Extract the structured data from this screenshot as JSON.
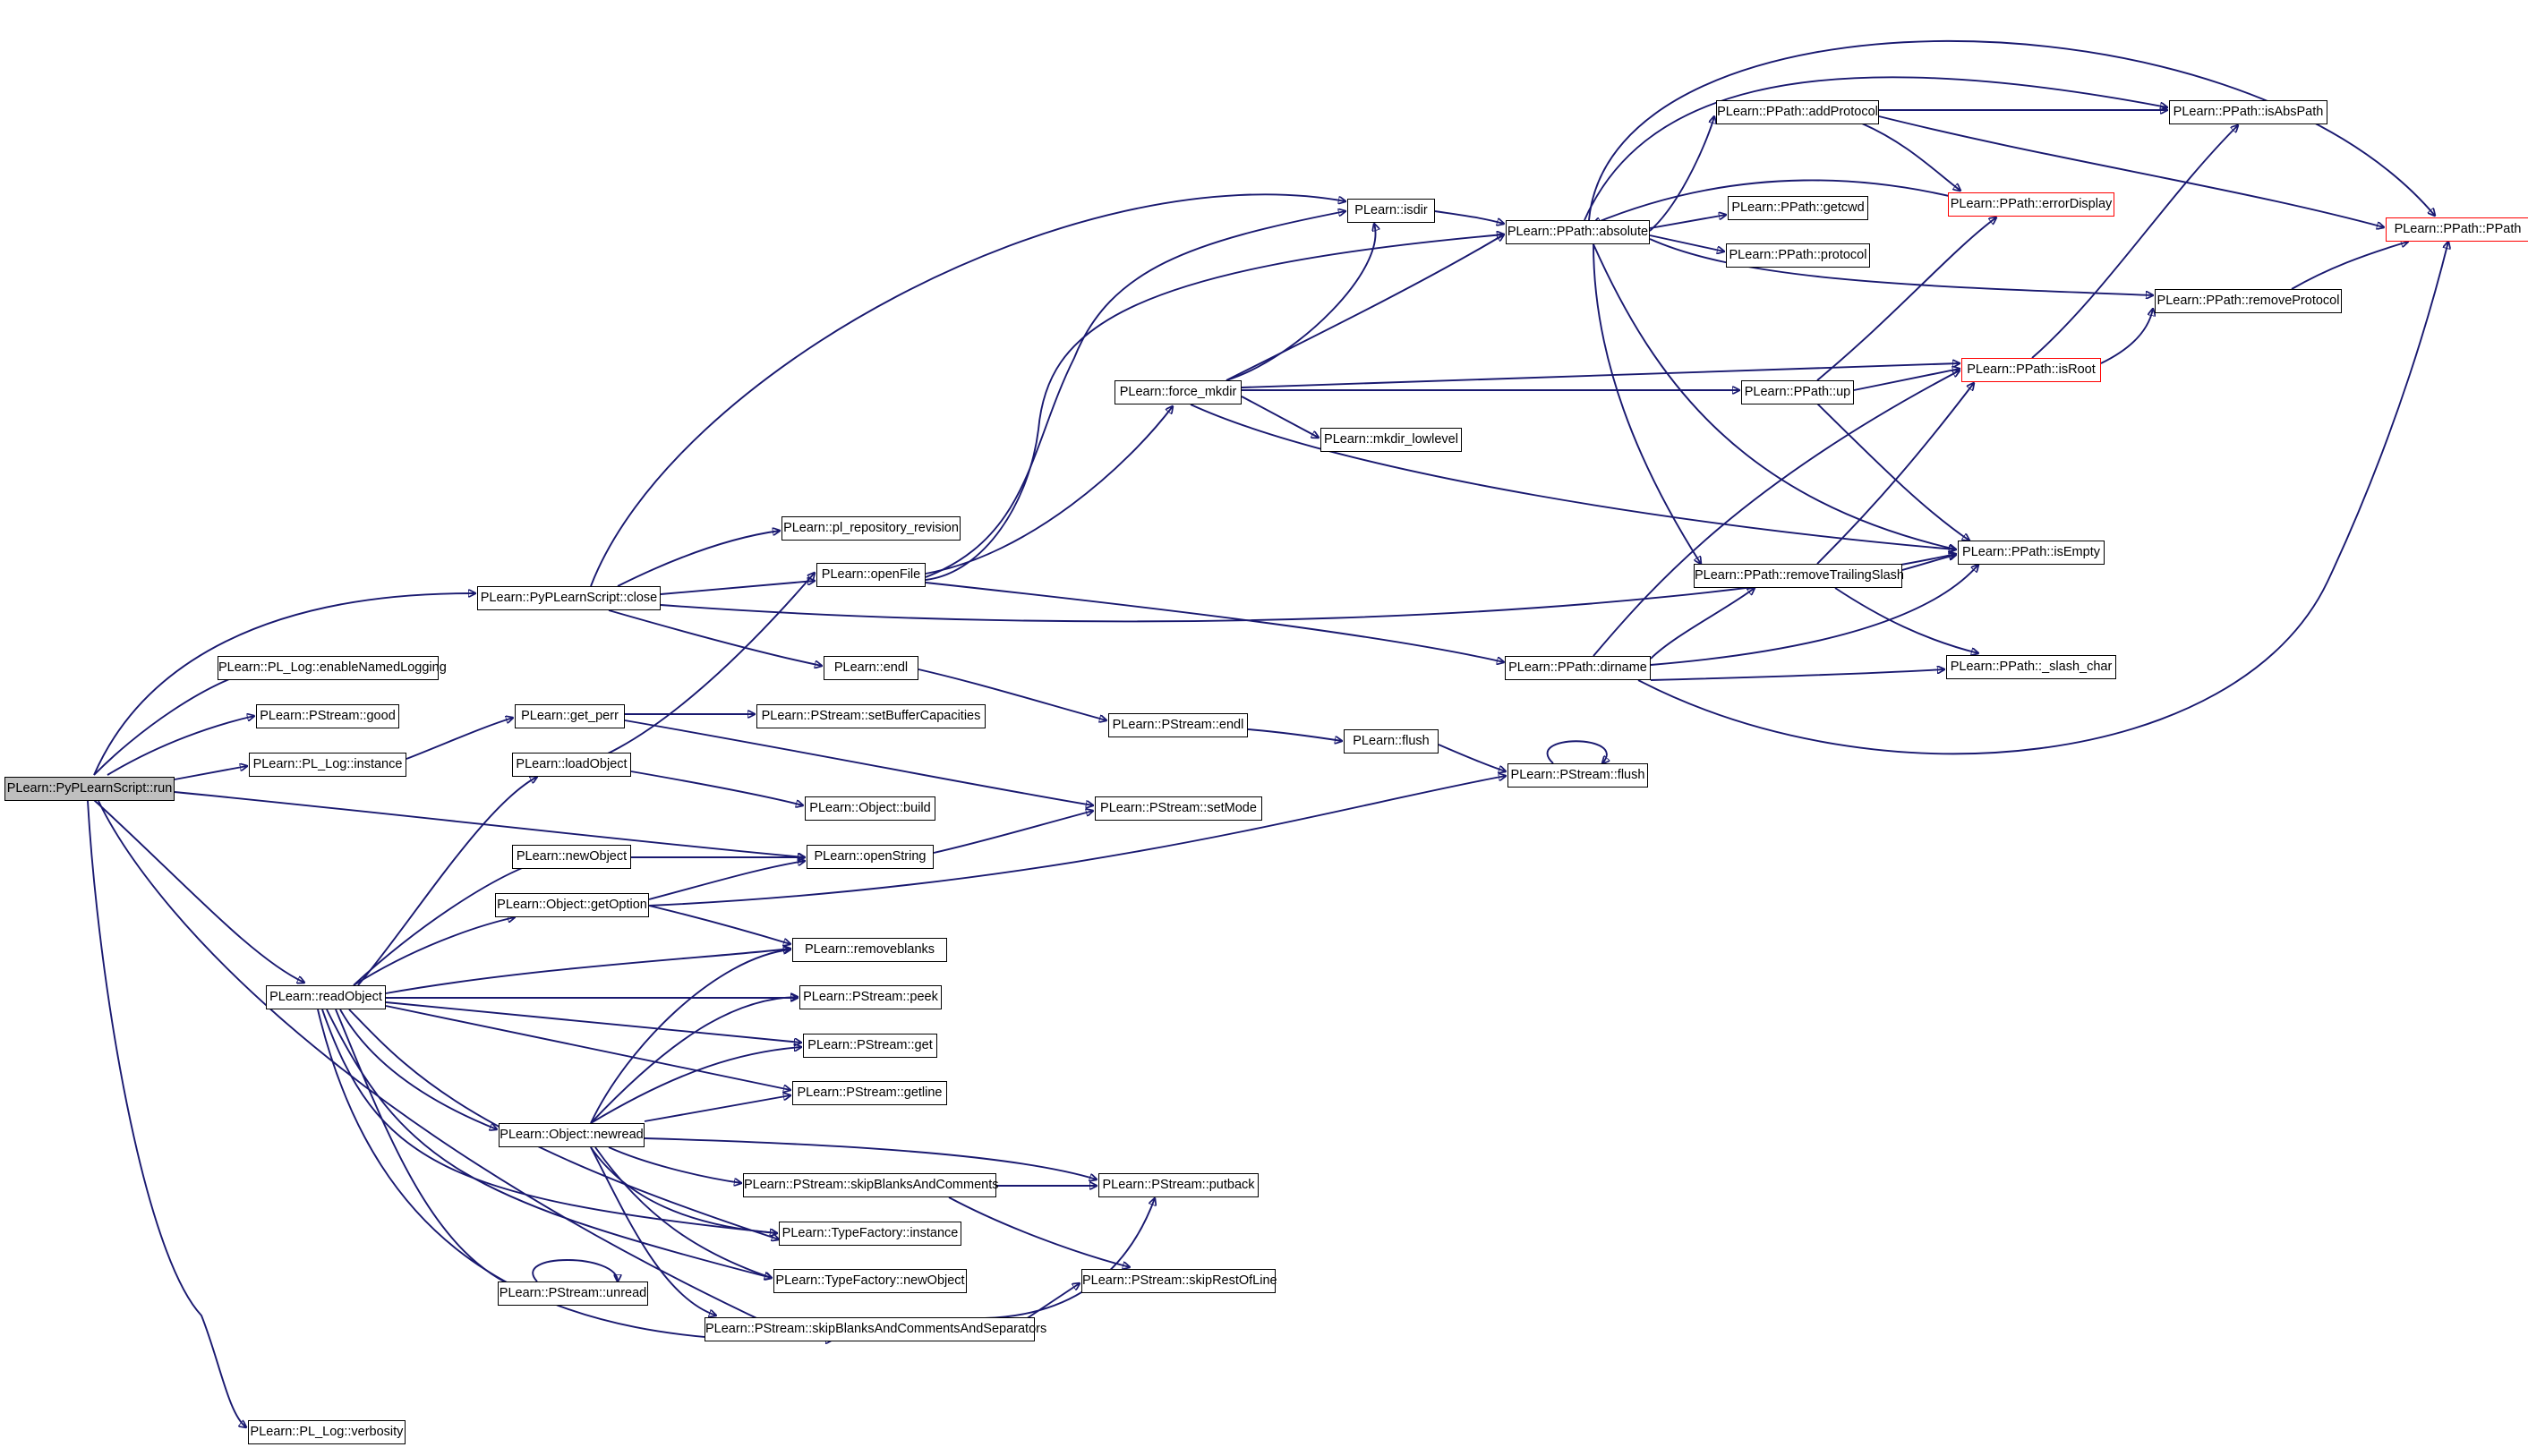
{
  "graph": {
    "colors": {
      "edge": "#191970",
      "node_border": "#000000",
      "truncated_border": "#ff0000",
      "root_fill": "#bfbfbf",
      "background": "#ffffff"
    },
    "nodes": {
      "run": "PLearn::PyPLearnScript::run",
      "close": "PLearn::PyPLearnScript::close",
      "enableNamedLogging": "PLearn::PL_Log::enableNamedLogging",
      "good": "PLearn::PStream::good",
      "pl_instance": "PLearn::PL_Log::instance",
      "readObject": "PLearn::readObject",
      "verbosity": "PLearn::PL_Log::verbosity",
      "get_perr": "PLearn::get_perr",
      "loadObject": "PLearn::loadObject",
      "newObject": "PLearn::newObject",
      "getOption": "PLearn::Object::getOption",
      "newread": "PLearn::Object::newread",
      "unread": "PLearn::PStream::unread",
      "skipBACS": "PLearn::PStream::skipBlanksAndCommentsAndSeparators",
      "skipBAC": "PLearn::PStream::skipBlanksAndComments",
      "pl_repo": "PLearn::pl_repository_revision",
      "openFile": "PLearn::openFile",
      "endl": "PLearn::endl",
      "setBufCap": "PLearn::PStream::setBufferCapacities",
      "build": "PLearn::Object::build",
      "openString": "PLearn::openString",
      "removeblanks": "PLearn::removeblanks",
      "peek": "PLearn::PStream::peek",
      "get": "PLearn::PStream::get",
      "getline": "PLearn::PStream::getline",
      "tf_instance": "PLearn::TypeFactory::instance",
      "tf_newObject": "PLearn::TypeFactory::newObject",
      "setMode": "PLearn::PStream::setMode",
      "ps_endl": "PLearn::PStream::endl",
      "putback": "PLearn::PStream::putback",
      "skipRest": "PLearn::PStream::skipRestOfLine",
      "force_mkdir": "PLearn::force_mkdir",
      "isdir": "PLearn::isdir",
      "mkdir_low": "PLearn::mkdir_lowlevel",
      "flush": "PLearn::flush",
      "ps_flush": "PLearn::PStream::flush",
      "dirname": "PLearn::PPath::dirname",
      "absolute": "PLearn::PPath::absolute",
      "addProtocol": "PLearn::PPath::addProtocol",
      "getcwd": "PLearn::PPath::getcwd",
      "protocol": "PLearn::PPath::protocol",
      "up": "PLearn::PPath::up",
      "removeTS": "PLearn::PPath::removeTrailingSlash",
      "isAbsPath": "PLearn::PPath::isAbsPath",
      "errorDisplay": "PLearn::PPath::errorDisplay",
      "isRoot": "PLearn::PPath::isRoot",
      "isEmpty": "PLearn::PPath::isEmpty",
      "slash_char": "PLearn::PPath::_slash_char",
      "removeProtocol": "PLearn::PPath::removeProtocol",
      "ppath": "PLearn::PPath::PPath"
    }
  }
}
